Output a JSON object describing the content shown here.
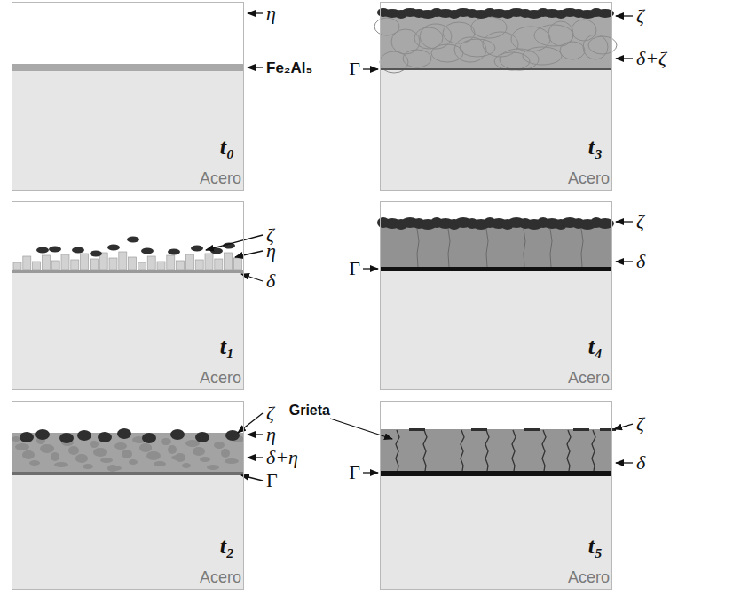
{
  "diagram": {
    "nodes": [
      {
        "text": [
          "t₀",
          "Acero"
        ]
      },
      {
        "text": [
          "t₃",
          "Acero"
        ]
      },
      {
        "text": [
          "t₁",
          "Acero"
        ]
      },
      {
        "text": [
          "t₄",
          "Acero"
        ]
      },
      {
        "text": [
          "t₂",
          "Acero"
        ]
      },
      {
        "text": [
          "t₅",
          "Acero"
        ]
      }
    ],
    "edges": [],
    "labels": [
      "η",
      "Fe₂Al₅",
      "ζ",
      "δ+ζ",
      "Γ",
      "ζ",
      "η",
      "δ",
      "ζ",
      "δ",
      "Γ",
      "Grieta",
      "ζ",
      "η",
      "δ+η",
      "Γ",
      "ζ",
      "δ",
      "Γ"
    ]
  }
}
